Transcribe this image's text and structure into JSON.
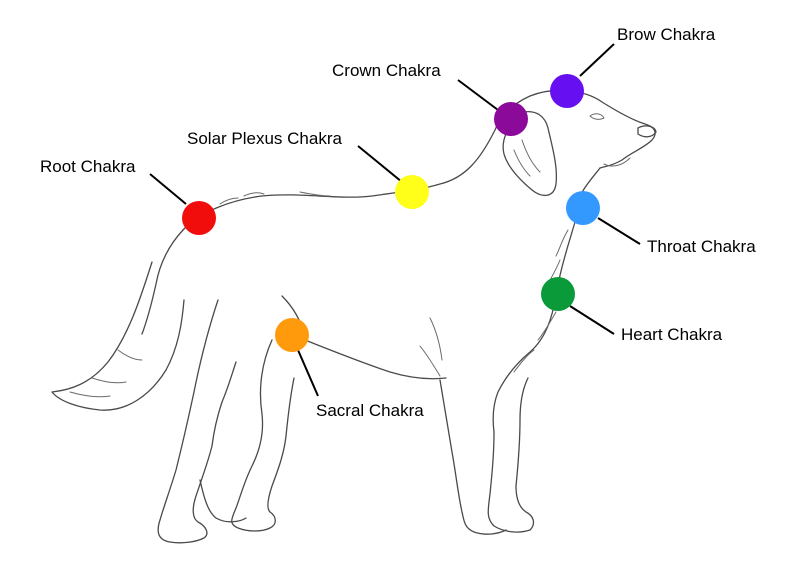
{
  "chakras": [
    {
      "id": "crown",
      "label": "Crown Chakra",
      "color": "#8B0A9A"
    },
    {
      "id": "brow",
      "label": "Brow Chakra",
      "color": "#6610F2"
    },
    {
      "id": "solar-plexus",
      "label": "Solar Plexus Chakra",
      "color": "#FFFF1A"
    },
    {
      "id": "root",
      "label": "Root Chakra",
      "color": "#F20D0D"
    },
    {
      "id": "throat",
      "label": "Throat Chakra",
      "color": "#3399FF"
    },
    {
      "id": "heart",
      "label": "Heart Chakra",
      "color": "#0A9A3A"
    },
    {
      "id": "sacral",
      "label": "Sacral Chakra",
      "color": "#FF9A0D"
    }
  ]
}
